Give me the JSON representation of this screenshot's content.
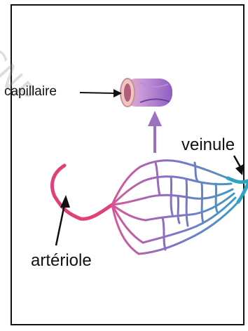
{
  "labels": {
    "capillaire": "capillaire",
    "veinule": "veinule",
    "arteriole": "artériole"
  },
  "watermark": "CNP",
  "colors": {
    "artery": "#e0417a",
    "vein": "#2fa3c3",
    "capillary_mid": "#8a6fc4",
    "tube": "#8e5fc0",
    "arrow": "#9b72be"
  }
}
